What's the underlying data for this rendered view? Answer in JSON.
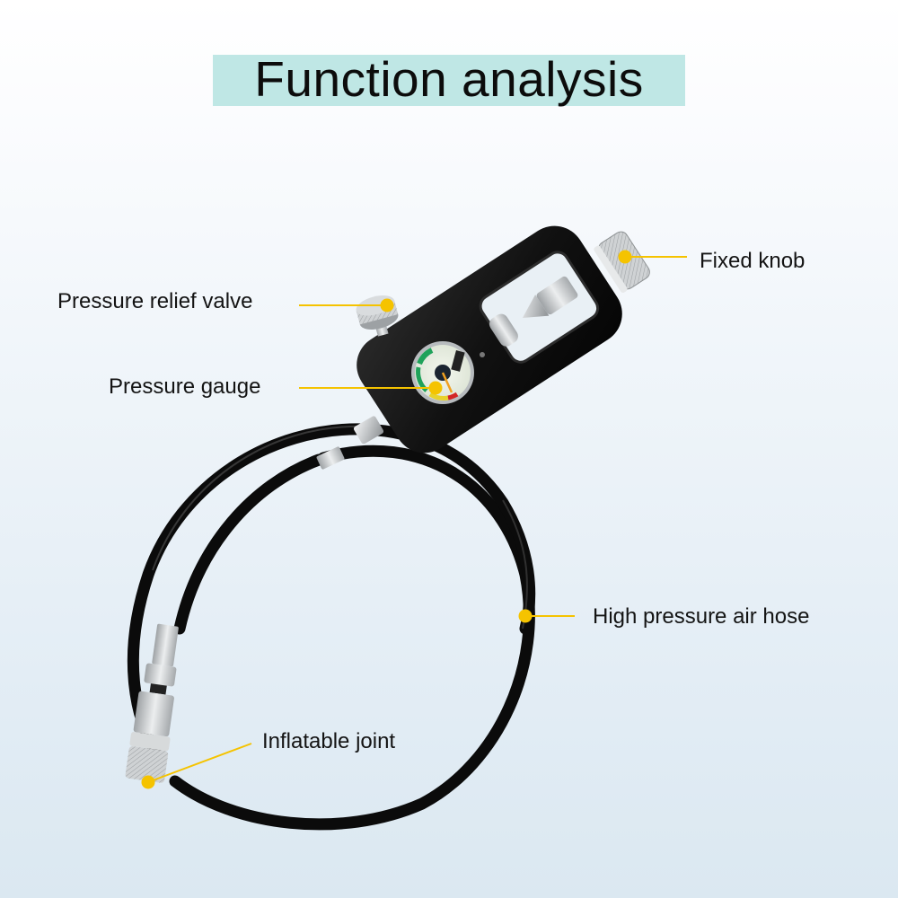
{
  "header": {
    "title": "Function analysis"
  },
  "colors": {
    "title_band": "#bfe7e5",
    "callout": "#f5c300",
    "background_top": "#ffffff",
    "background_bottom": "#dbe8f1",
    "body_black": "#121212",
    "metal": "#c9ccce"
  },
  "callouts": [
    {
      "id": "fixed-knob",
      "label": "Fixed knob",
      "side": "right"
    },
    {
      "id": "pressure-relief-valve",
      "label": "Pressure relief valve",
      "side": "left"
    },
    {
      "id": "pressure-gauge",
      "label": "Pressure gauge",
      "side": "left"
    },
    {
      "id": "high-pressure-air-hose",
      "label": "High pressure air hose",
      "side": "right"
    },
    {
      "id": "inflatable-joint",
      "label": "Inflatable joint",
      "side": "right"
    }
  ]
}
